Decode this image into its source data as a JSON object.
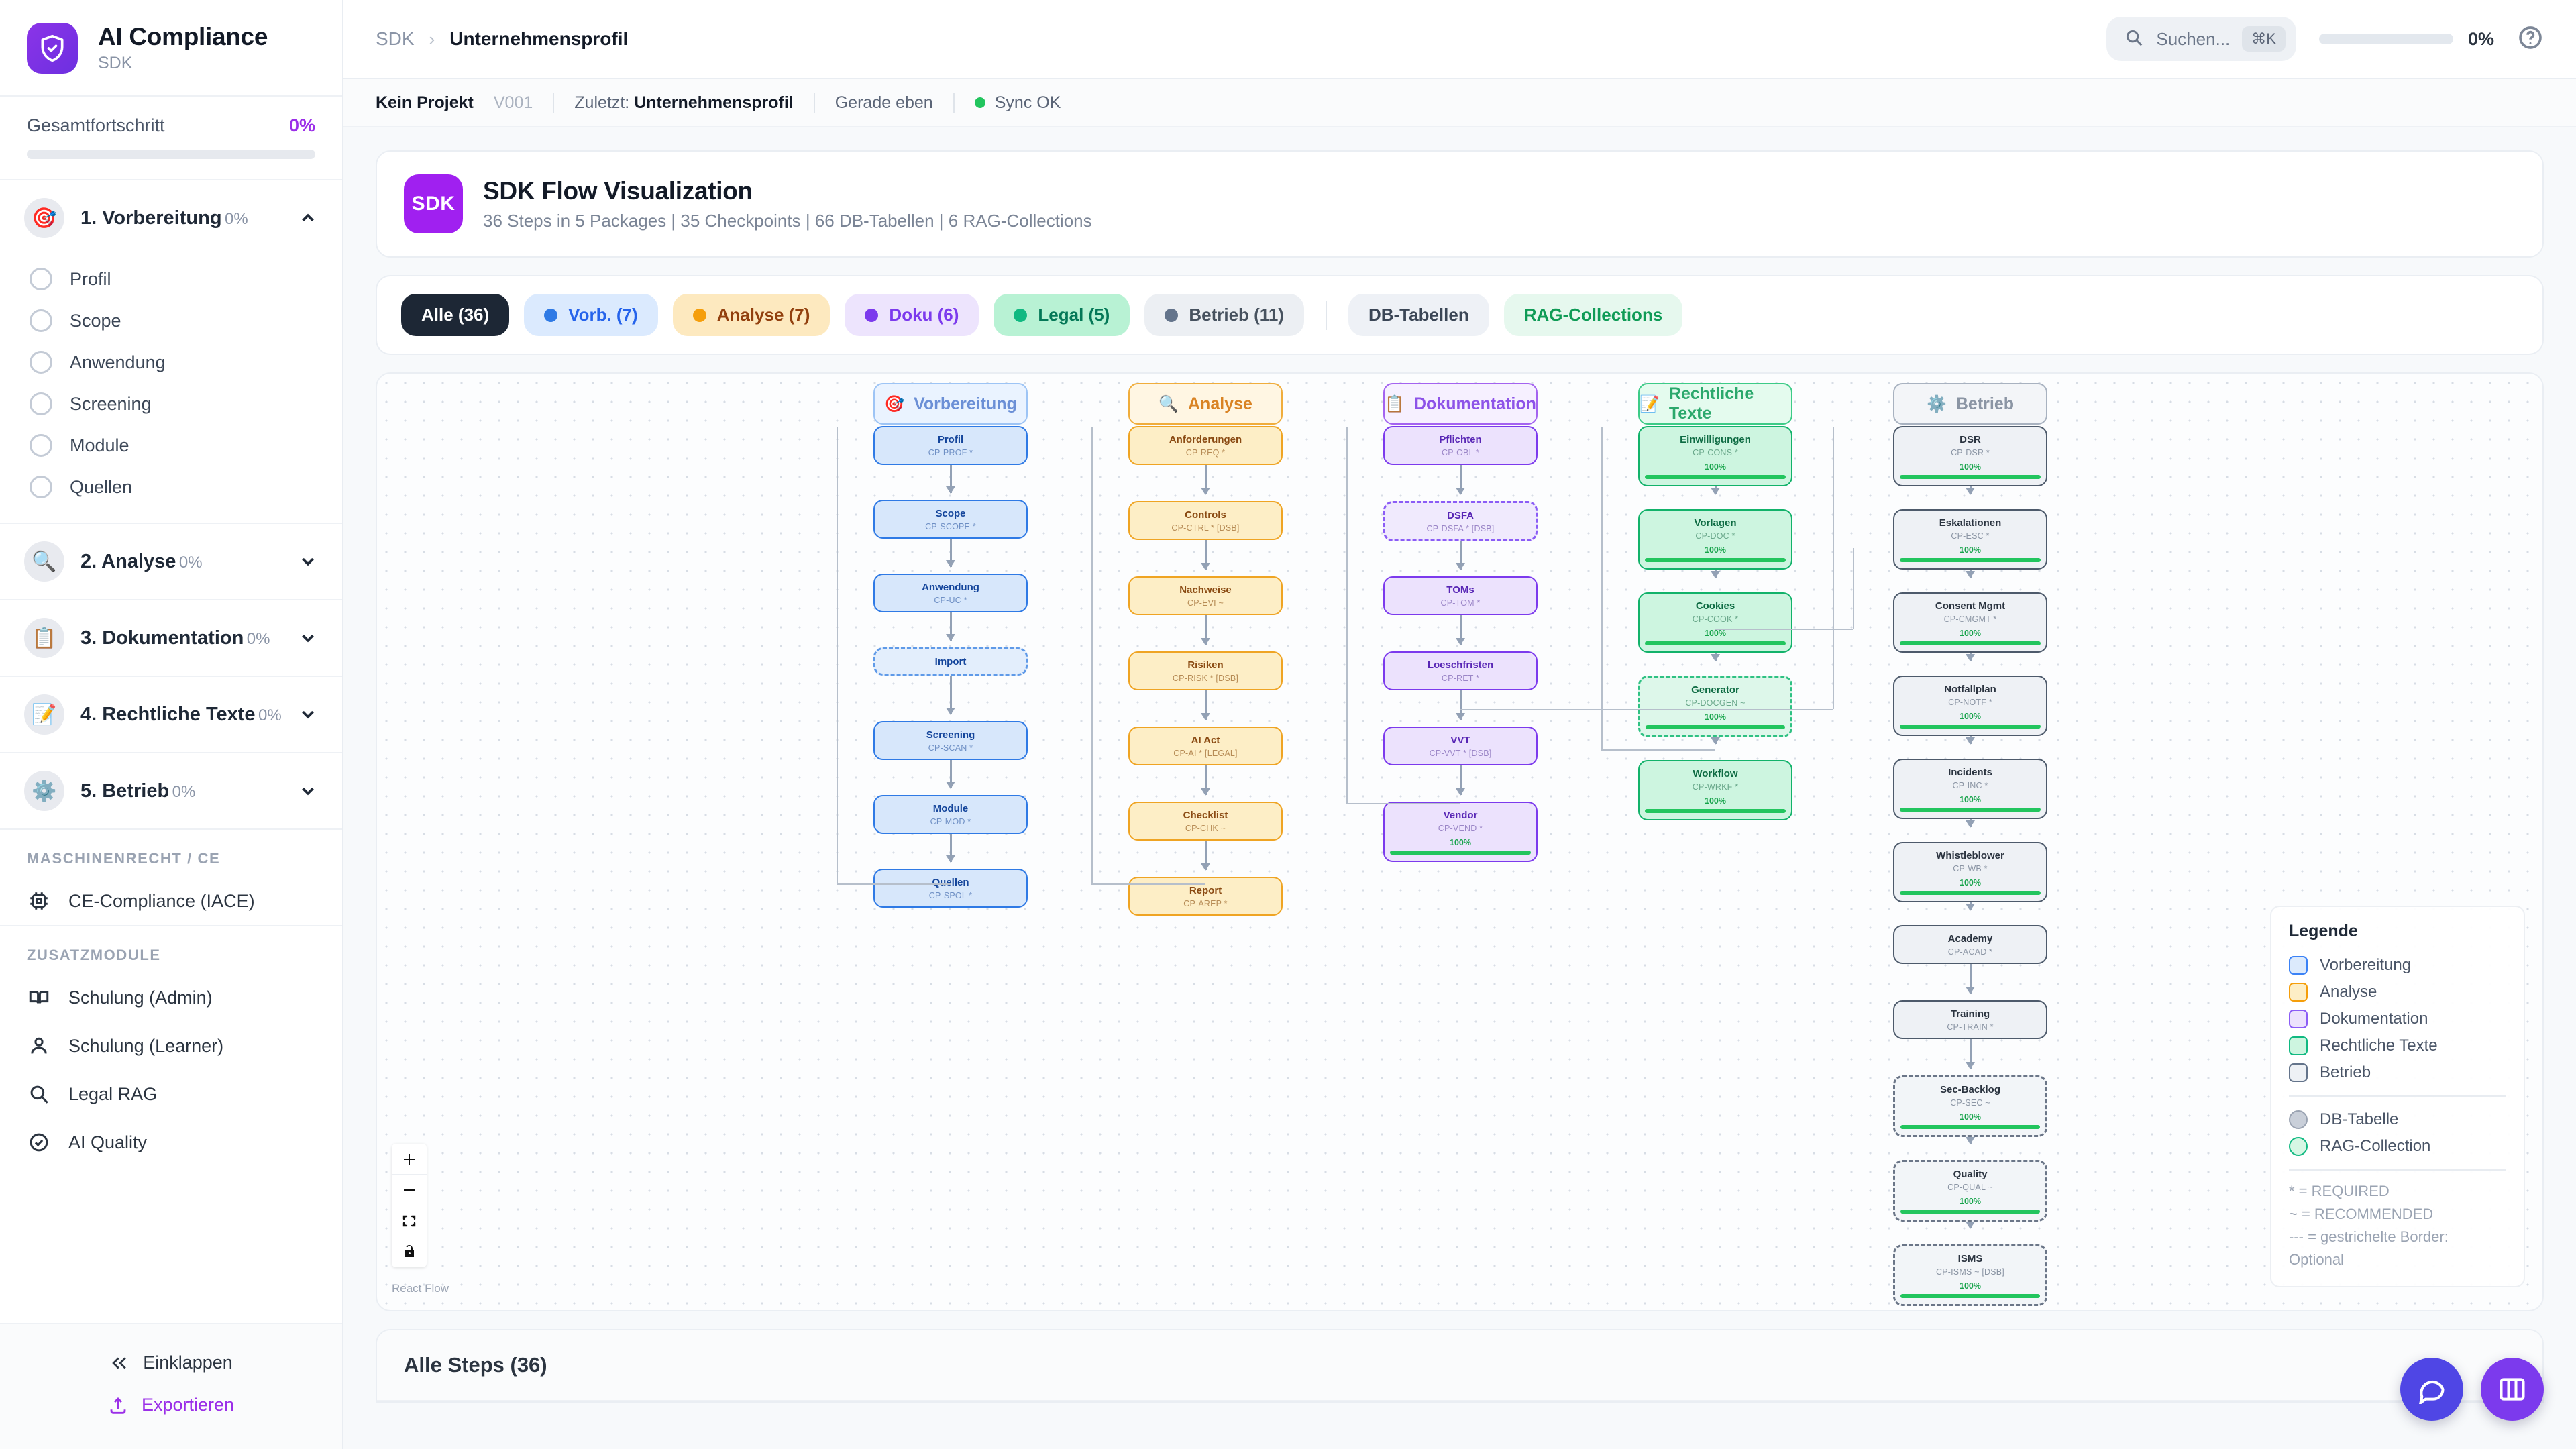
{
  "brand": {
    "title": "AI Compliance",
    "subtitle": "SDK",
    "logo_icon": "shield-check-icon",
    "accent": "#9b2fe8"
  },
  "sidebar": {
    "progress": {
      "label": "Gesamtfortschritt",
      "value": "0%"
    },
    "phases": [
      {
        "icon": "dart-target-emoji",
        "name": "1. Vorbereitung",
        "pct": "0%",
        "expanded": true,
        "substeps": [
          "Profil",
          "Scope",
          "Anwendung",
          "Screening",
          "Module",
          "Quellen"
        ]
      },
      {
        "icon": "magnifier-emoji",
        "name": "2. Analyse",
        "pct": "0%",
        "expanded": false,
        "substeps": []
      },
      {
        "icon": "clipboard-emoji",
        "name": "3. Dokumentation",
        "pct": "0%",
        "expanded": false,
        "substeps": []
      },
      {
        "icon": "memo-emoji",
        "name": "4. Rechtliche Texte",
        "pct": "0%",
        "expanded": false,
        "substeps": []
      },
      {
        "icon": "gear-emoji",
        "name": "5. Betrieb",
        "pct": "0%",
        "expanded": false,
        "substeps": []
      }
    ],
    "section_machine": {
      "title": "MASCHINENRECHT / CE",
      "items": [
        {
          "icon": "chip-icon",
          "label": "CE-Compliance (IACE)"
        }
      ]
    },
    "section_extra": {
      "title": "ZUSATZMODULE",
      "items": [
        {
          "icon": "book-icon",
          "label": "Schulung (Admin)"
        },
        {
          "icon": "user-icon",
          "label": "Schulung (Learner)"
        },
        {
          "icon": "search-icon",
          "label": "Legal RAG"
        },
        {
          "icon": "check-circle-icon",
          "label": "AI Quality"
        }
      ]
    },
    "footer": {
      "collapse": "Einklappen",
      "export": "Exportieren"
    }
  },
  "topbar": {
    "breadcrumb": {
      "root": "SDK",
      "separator": "›",
      "current": "Unternehmensprofil"
    },
    "search": {
      "placeholder": "Suchen...",
      "shortcut": "⌘K",
      "icon": "search-icon"
    },
    "progress_pct": "0%",
    "help_icon": "help-circle-icon"
  },
  "subbar": {
    "project": "Kein Projekt",
    "version": "V001",
    "last_label": "Zuletzt:",
    "last_value": "Unternehmensprofil",
    "time": "Gerade eben",
    "sync": "Sync OK",
    "sync_color": "#22c55e"
  },
  "flow_card": {
    "badge": "SDK",
    "title": "SDK Flow Visualization",
    "subtitle": "36 Steps in 5 Packages | 35 Checkpoints | 66 DB-Tabellen | 6 RAG-Collections"
  },
  "filters": [
    {
      "label": "Alle (36)",
      "style": "all",
      "dot": null,
      "active": true
    },
    {
      "label": "Vorb. (7)",
      "style": "vorb",
      "dot": "#2f7ae5",
      "active": false
    },
    {
      "label": "Analyse (7)",
      "style": "ana",
      "dot": "#f59e0b",
      "active": false
    },
    {
      "label": "Doku (6)",
      "style": "doku",
      "dot": "#7c3aed",
      "active": false
    },
    {
      "label": "Legal (5)",
      "style": "legal",
      "dot": "#10b981",
      "active": false
    },
    {
      "label": "Betrieb (11)",
      "style": "betrieb",
      "dot": "#64748b",
      "active": false
    }
  ],
  "filters_extra": [
    {
      "label": "DB-Tabellen",
      "style": "plain"
    },
    {
      "label": "RAG-Collections",
      "style": "ragc"
    }
  ],
  "flow": {
    "groups": [
      {
        "label": "Vorbereitung",
        "emoji": "🎯",
        "style": "gh-vorb"
      },
      {
        "label": "Analyse",
        "emoji": "🔍",
        "style": "gh-ana"
      },
      {
        "label": "Dokumentation",
        "emoji": "📋",
        "style": "gh-doku"
      },
      {
        "label": "Rechtliche Texte",
        "emoji": "📝",
        "style": "gh-legal"
      },
      {
        "label": "Betrieb",
        "emoji": "⚙️",
        "style": "gh-betr"
      }
    ],
    "columns": [
      {
        "key": "vorb",
        "nodes": [
          {
            "title": "Profil",
            "code": "CP-PROF *",
            "optional": false,
            "pct": null
          },
          {
            "title": "Scope",
            "code": "CP-SCOPE *",
            "optional": false,
            "pct": null
          },
          {
            "title": "Anwendung",
            "code": "CP-UC *",
            "optional": false,
            "pct": null
          },
          {
            "title": "Import",
            "code": "",
            "optional": true,
            "pct": null
          },
          {
            "title": "Screening",
            "code": "CP-SCAN *",
            "optional": false,
            "pct": null
          },
          {
            "title": "Module",
            "code": "CP-MOD *",
            "optional": false,
            "pct": null
          },
          {
            "title": "Quellen",
            "code": "CP-SPOL *",
            "optional": false,
            "pct": null
          }
        ]
      },
      {
        "key": "ana",
        "nodes": [
          {
            "title": "Anforderungen",
            "code": "CP-REQ *",
            "optional": false,
            "pct": null
          },
          {
            "title": "Controls",
            "code": "CP-CTRL * [DSB]",
            "optional": false,
            "pct": null
          },
          {
            "title": "Nachweise",
            "code": "CP-EVI ~",
            "optional": false,
            "pct": null
          },
          {
            "title": "Risiken",
            "code": "CP-RISK * [DSB]",
            "optional": false,
            "pct": null
          },
          {
            "title": "AI Act",
            "code": "CP-AI * [LEGAL]",
            "optional": false,
            "pct": null
          },
          {
            "title": "Checklist",
            "code": "CP-CHK ~",
            "optional": false,
            "pct": null
          },
          {
            "title": "Report",
            "code": "CP-AREP *",
            "optional": false,
            "pct": null
          }
        ]
      },
      {
        "key": "doku",
        "nodes": [
          {
            "title": "Pflichten",
            "code": "CP-OBL *",
            "optional": false,
            "pct": null
          },
          {
            "title": "DSFA",
            "code": "CP-DSFA * [DSB]",
            "optional": true,
            "pct": null
          },
          {
            "title": "TOMs",
            "code": "CP-TOM *",
            "optional": false,
            "pct": null
          },
          {
            "title": "Loeschfristen",
            "code": "CP-RET *",
            "optional": false,
            "pct": null
          },
          {
            "title": "VVT",
            "code": "CP-VVT * [DSB]",
            "optional": false,
            "pct": null
          },
          {
            "title": "Vendor",
            "code": "CP-VEND *",
            "optional": false,
            "pct": "100%"
          }
        ]
      },
      {
        "key": "legal",
        "nodes": [
          {
            "title": "Einwilligungen",
            "code": "CP-CONS *",
            "optional": false,
            "pct": "100%"
          },
          {
            "title": "Vorlagen",
            "code": "CP-DOC *",
            "optional": false,
            "pct": "100%"
          },
          {
            "title": "Cookies",
            "code": "CP-COOK *",
            "optional": false,
            "pct": "100%"
          },
          {
            "title": "Generator",
            "code": "CP-DOCGEN ~",
            "optional": true,
            "pct": "100%"
          },
          {
            "title": "Workflow",
            "code": "CP-WRKF *",
            "optional": false,
            "pct": "100%"
          }
        ]
      },
      {
        "key": "betr",
        "nodes": [
          {
            "title": "DSR",
            "code": "CP-DSR *",
            "optional": false,
            "pct": "100%"
          },
          {
            "title": "Eskalationen",
            "code": "CP-ESC *",
            "optional": false,
            "pct": "100%"
          },
          {
            "title": "Consent Mgmt",
            "code": "CP-CMGMT *",
            "optional": false,
            "pct": "100%"
          },
          {
            "title": "Notfallplan",
            "code": "CP-NOTF *",
            "optional": false,
            "pct": "100%"
          },
          {
            "title": "Incidents",
            "code": "CP-INC *",
            "optional": false,
            "pct": "100%"
          },
          {
            "title": "Whistleblower",
            "code": "CP-WB *",
            "optional": false,
            "pct": "100%"
          },
          {
            "title": "Academy",
            "code": "CP-ACAD *",
            "optional": false,
            "pct": null
          },
          {
            "title": "Training",
            "code": "CP-TRAIN *",
            "optional": false,
            "pct": null
          },
          {
            "title": "Sec-Backlog",
            "code": "CP-SEC ~",
            "optional": true,
            "pct": "100%"
          },
          {
            "title": "Quality",
            "code": "CP-QUAL ~",
            "optional": true,
            "pct": "100%"
          },
          {
            "title": "ISMS",
            "code": "CP-ISMS ~ [DSB]",
            "optional": true,
            "pct": "100%"
          }
        ]
      }
    ],
    "controls": {
      "zoom_in": "+",
      "zoom_out": "−",
      "fit": "fit-view-icon",
      "lock": "unlock-icon"
    },
    "attribution": "React Flow",
    "legend": {
      "title": "Legende",
      "packages": [
        {
          "label": "Vorbereitung",
          "fill": "#dceafc",
          "border": "#3b82f6"
        },
        {
          "label": "Analyse",
          "fill": "#fdeec6",
          "border": "#f59e0b"
        },
        {
          "label": "Dokumentation",
          "fill": "#ece2fd",
          "border": "#8b5cf6"
        },
        {
          "label": "Rechtliche Texte",
          "fill": "#cdf5e0",
          "border": "#10b981"
        },
        {
          "label": "Betrieb",
          "fill": "#eef1f5",
          "border": "#64748b"
        }
      ],
      "resources": [
        {
          "label": "DB-Tabelle",
          "fill": "#c9cfd9",
          "border": "#9aa3b2"
        },
        {
          "label": "RAG-Collection",
          "fill": "#d6f7e4",
          "border": "#10b981"
        }
      ],
      "notes": [
        "* = REQUIRED",
        "~ = RECOMMENDED",
        "--- = gestrichelte Border: Optional"
      ]
    }
  },
  "steps_section": {
    "title": "Alle Steps (36)"
  },
  "fabs": [
    {
      "name": "chat-fab",
      "icon": "chat-icon",
      "color": "#4f46e5"
    },
    {
      "name": "panel-fab",
      "icon": "panel-icon",
      "color": "#7c3aed"
    }
  ]
}
